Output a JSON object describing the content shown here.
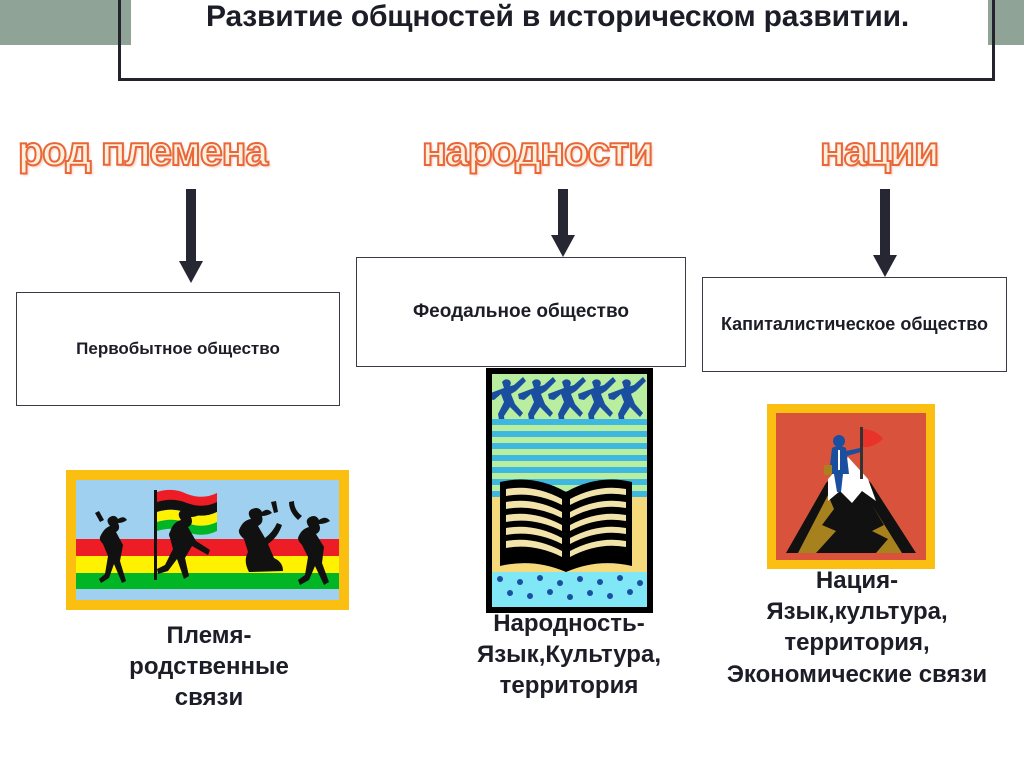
{
  "title": {
    "text": "Развитие общностей в историческом развитии."
  },
  "columns": {
    "headers": [
      {
        "label": "род племена"
      },
      {
        "label": "народности"
      },
      {
        "label": "нации"
      }
    ],
    "stage_boxes": [
      {
        "label": "Первобытное общество"
      },
      {
        "label": "Феодальное общество"
      },
      {
        "label": "Капиталистическое общество"
      }
    ],
    "captions": [
      {
        "text": "Племя-\nродственные\nсвязи"
      },
      {
        "text": "Народность-\nЯзык,Культура,\nтерритория"
      },
      {
        "text": "Нация-\nЯзык,культура,\nтерритория,\nЭкономические связи"
      }
    ]
  },
  "illustrations": [
    {
      "name": "tribal-dancers-with-flag",
      "description": "Dancing tribal silhouettes with a striped flag over red/yellow/green bands on sky blue",
      "frame_color": "#fbbf12",
      "background_color": "#9fd0ef",
      "band_colors": [
        "#ee1c24",
        "#fff200",
        "#00b624"
      ]
    },
    {
      "name": "open-book-with-runners",
      "description": "Blue running figures above green/blue stripes, an open book, and a dotted cyan band",
      "frame_color": "#000000",
      "background_color": "#b9eda0",
      "accent_colors": [
        "#1a4fa0",
        "#3fb8e0",
        "#f2e3ab",
        "#7fe7f5"
      ]
    },
    {
      "name": "businessman-flag-on-mountain",
      "description": "Businessman in blue suit planting a red flag on a snow-capped mountain peak",
      "frame_color": "#fbbf12",
      "background_color": "#d9533c",
      "accent_colors": [
        "#1a4fa0",
        "#e8322a",
        "#ffffff",
        "#a8811f"
      ]
    }
  ],
  "arrows": {
    "count": 3,
    "color": "#272734",
    "direction": "down"
  },
  "decor": {
    "sage_strip_color": "#8fa396",
    "title_border_color": "#23232e",
    "wordart_fill": "#fdf0dc",
    "wordart_outline": "#e8663a"
  }
}
